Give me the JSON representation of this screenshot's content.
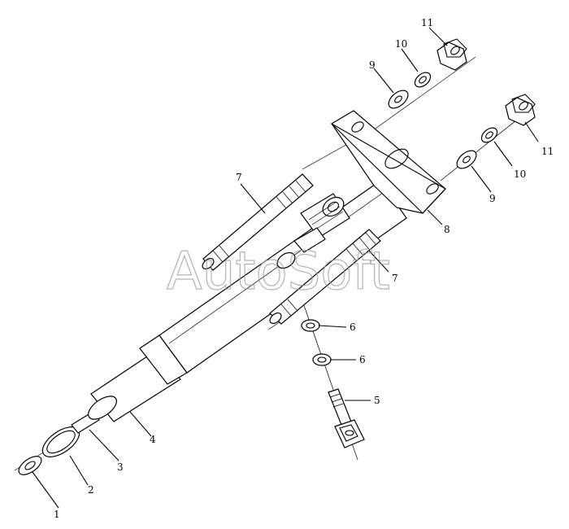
{
  "diagram": {
    "watermark": "AutoSoft",
    "callouts": [
      {
        "id": "c1",
        "label": "1"
      },
      {
        "id": "c2",
        "label": "2"
      },
      {
        "id": "c3",
        "label": "3"
      },
      {
        "id": "c4",
        "label": "4"
      },
      {
        "id": "c5",
        "label": "5"
      },
      {
        "id": "c6a",
        "label": "6"
      },
      {
        "id": "c6b",
        "label": "6"
      },
      {
        "id": "c7a",
        "label": "7"
      },
      {
        "id": "c7b",
        "label": "7"
      },
      {
        "id": "c8",
        "label": "8"
      },
      {
        "id": "c9a",
        "label": "9"
      },
      {
        "id": "c9b",
        "label": "9"
      },
      {
        "id": "c10a",
        "label": "10"
      },
      {
        "id": "c10b",
        "label": "10"
      },
      {
        "id": "c11a",
        "label": "11"
      },
      {
        "id": "c11b",
        "label": "11"
      }
    ]
  }
}
